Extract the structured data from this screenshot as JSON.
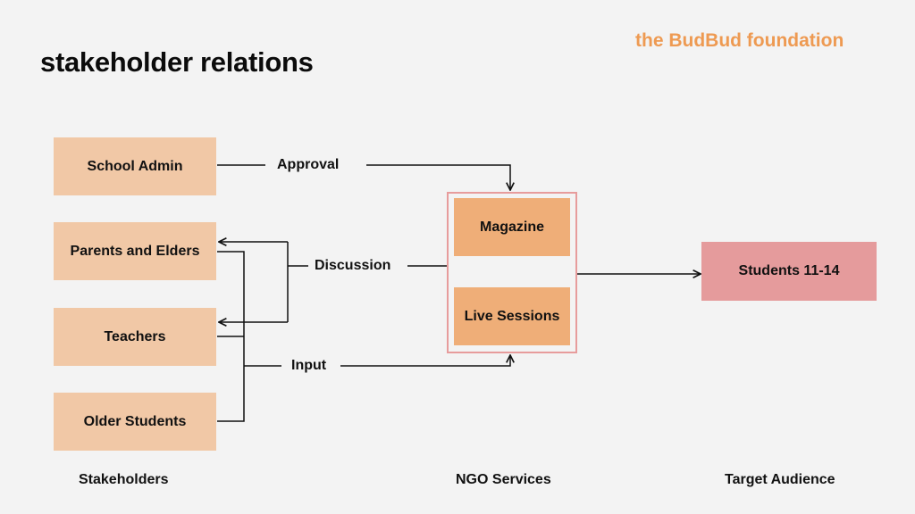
{
  "header": {
    "title": "stakeholder relations",
    "brand": "the BudBud foundation"
  },
  "colors": {
    "background": "#f3f3f3",
    "brand": "#ee9a52",
    "stakeholder_box": "#f1c8a6",
    "service_box": "#efae78",
    "service_frame": "#e79c9c",
    "target_box": "#e59b9c",
    "line": "#111111"
  },
  "stakeholders": [
    {
      "id": "school-admin",
      "label": "School Admin"
    },
    {
      "id": "parents-and-elders",
      "label": "Parents and Elders"
    },
    {
      "id": "teachers",
      "label": "Teachers"
    },
    {
      "id": "older-students",
      "label": "Older Students"
    }
  ],
  "services": [
    {
      "id": "magazine",
      "label": "Magazine"
    },
    {
      "id": "live-sessions",
      "label": "Live Sessions"
    }
  ],
  "target": {
    "id": "students-11-14",
    "label": "Students 11-14"
  },
  "edges": [
    {
      "label": "Approval",
      "from": [
        "school-admin"
      ],
      "to": "ngo-services",
      "direction": "to-services"
    },
    {
      "label": "Discussion",
      "from": [
        "ngo-services"
      ],
      "to": [
        "parents-and-elders",
        "teachers"
      ],
      "direction": "to-stakeholders"
    },
    {
      "label": "Input",
      "from": [
        "parents-and-elders",
        "teachers",
        "older-students"
      ],
      "to": "ngo-services",
      "direction": "to-services"
    },
    {
      "label": "",
      "from": [
        "ngo-services"
      ],
      "to": "students-11-14",
      "direction": "to-target"
    }
  ],
  "columns": {
    "stakeholders": "Stakeholders",
    "services": "NGO Services",
    "target": "Target Audience"
  }
}
